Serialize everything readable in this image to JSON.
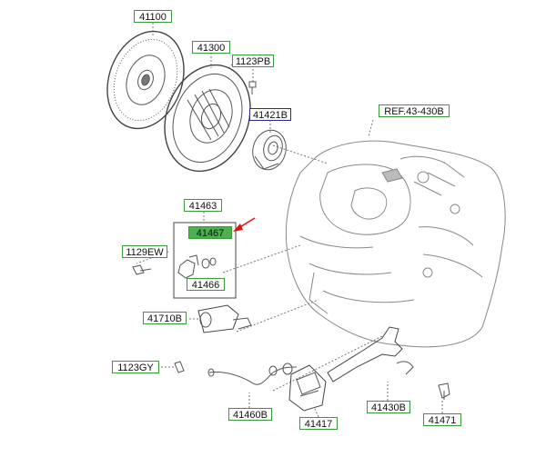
{
  "labels": {
    "p41100": "41100",
    "p41300": "41300",
    "p1123PB": "1123PB",
    "p41421B": "41421B",
    "ref": "REF.43-430B",
    "p41463": "41463",
    "p41467": "41467",
    "p1129EW": "1129EW",
    "p41466": "41466",
    "p41710B": "41710B",
    "p1123GY": "1123GY",
    "p41460B": "41460B",
    "p41417": "41417",
    "p41430B": "41430B",
    "p41471": "41471"
  },
  "colors": {
    "label_border": "#3a9a3a",
    "ref_border": "#2a2a8a",
    "highlight": "#4caf50",
    "pointer_arrow": "#e01010",
    "line_art": "#555555"
  },
  "highlighted_part": "41467"
}
